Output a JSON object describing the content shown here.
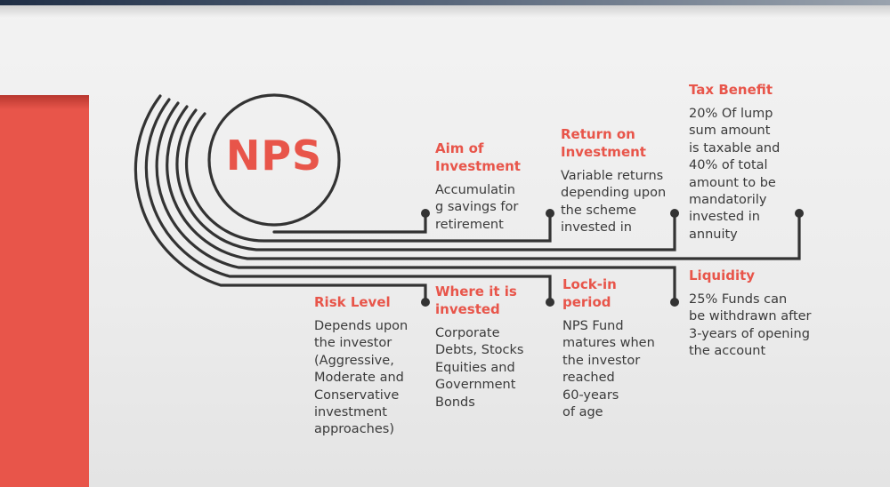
{
  "colors": {
    "accent": "#e8554a",
    "line": "#333333",
    "text": "#3a3a3a"
  },
  "diagram": {
    "title": "NPS",
    "items": [
      {
        "id": "aim",
        "heading": "Aim of\nInvestment",
        "body": "Accumulatin\ng savings for\nretirement"
      },
      {
        "id": "return",
        "heading": "Return on\nInvestment",
        "body": "Variable returns\ndepending upon\nthe scheme\ninvested in"
      },
      {
        "id": "tax",
        "heading": "Tax Benefit",
        "body": "20% Of lump\nsum amount\nis taxable and\n40% of total\namount to be\nmandatorily\ninvested in\nannuity"
      },
      {
        "id": "liquidity",
        "heading": "Liquidity",
        "body": "25% Funds can\nbe withdrawn after\n3-years of opening\nthe account"
      },
      {
        "id": "lockin",
        "heading": "Lock-in\nperiod",
        "body": "NPS Fund\nmatures when\nthe investor\nreached\n60-years\nof age"
      },
      {
        "id": "where",
        "heading": "Where it is\ninvested",
        "body": "Corporate\nDebts, Stocks\nEquities and\nGovernment\nBonds"
      },
      {
        "id": "risk",
        "heading": "Risk Level",
        "body": "Depends upon\nthe investor\n(Aggressive,\nModerate and\nConservative\ninvestment\napproaches)"
      }
    ]
  }
}
